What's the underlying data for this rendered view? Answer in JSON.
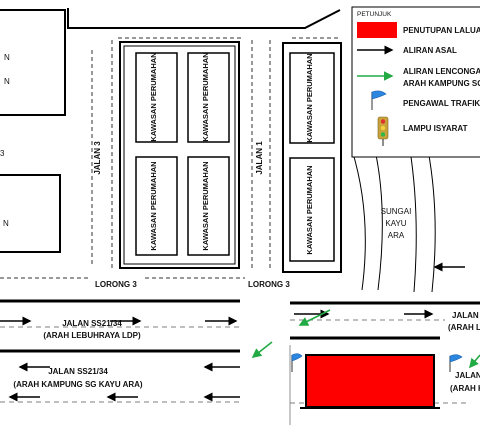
{
  "legend": {
    "title": "PETUNJUK",
    "items": [
      {
        "label": "PENUTUPAN LALUAN",
        "icon": "red-block-icon"
      },
      {
        "label": "ALIRAN ASAL",
        "icon": "black-arrow-icon"
      },
      {
        "label": "ALIRAN  LENCONGAN",
        "label2": "ARAH KAMPUNG SG KAYU ARA",
        "icon": "green-arrow-icon"
      },
      {
        "label": "PENGAWAL TRAFIK",
        "icon": "blue-flag-icon"
      },
      {
        "label": "LAMPU ISYARAT",
        "icon": "traffic-light-icon"
      }
    ]
  },
  "streets": {
    "jalan3": "JALAN 3",
    "jalan1": "JALAN 1",
    "lorong3_left": "LORONG 3",
    "lorong3_right": "LORONG 3",
    "upper_road": "JALAN SS21/34",
    "upper_road_dir": "(ARAH LEBUHRAYA LDP)",
    "lower_road": "JALAN SS21/34",
    "lower_road_dir": "(ARAH KAMPUNG SG KAYU ARA)",
    "right_upper_a": "JALAN",
    "right_upper_b": "(ARAH LEBU",
    "right_lower_a": "JALAN",
    "right_lower_b": "(ARAH KAM"
  },
  "areas": {
    "housing": "KAWASAN PERUMAHAN",
    "left_top_a": "N",
    "left_top_b": "N",
    "left_mid": "N",
    "left_num": "3",
    "river": "SUNGAI KAYU ARA"
  },
  "colors": {
    "closure": "#ff0000",
    "original_flow": "#000000",
    "diversion": "#22aa44",
    "flag": "#2b86e0"
  }
}
